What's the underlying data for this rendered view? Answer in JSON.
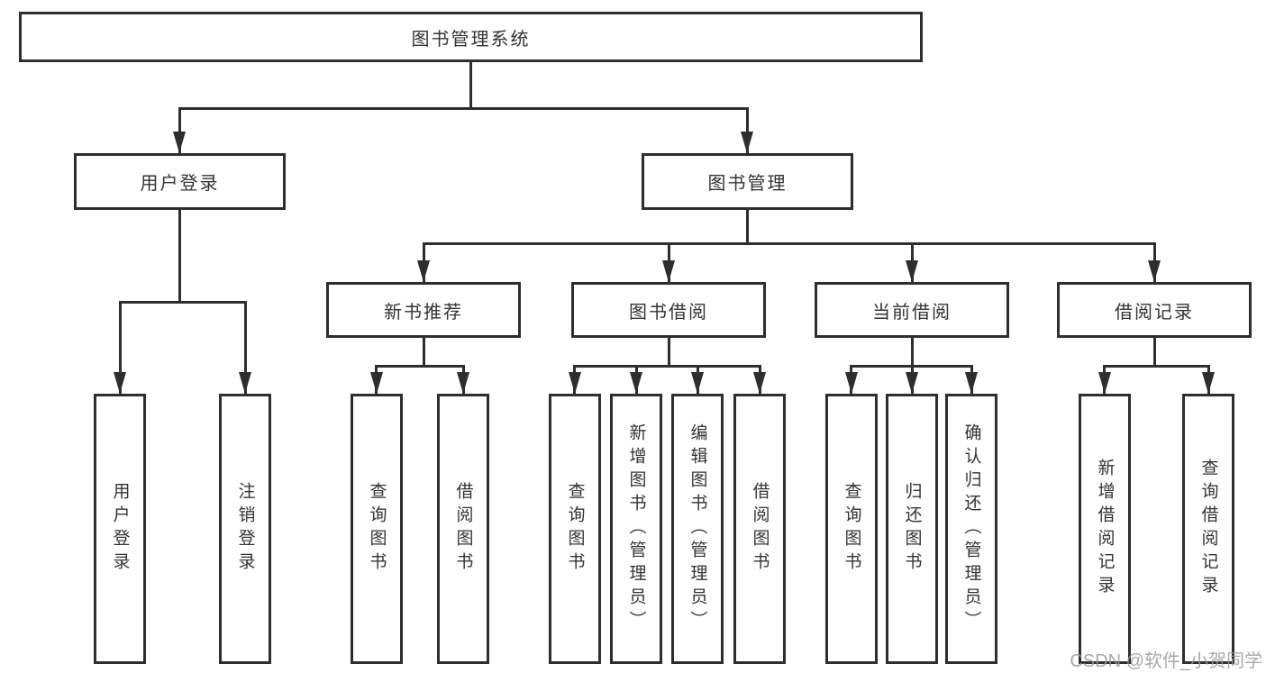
{
  "diagram": {
    "title_node": {
      "label": "图书管理系统"
    },
    "level2": {
      "user_login": {
        "label": "用户登录"
      },
      "book_management": {
        "label": "图书管理"
      }
    },
    "level3": {
      "new_book_recommend": {
        "label": "新书推荐"
      },
      "book_borrow": {
        "label": "图书借阅"
      },
      "current_borrow": {
        "label": "当前借阅"
      },
      "borrow_record": {
        "label": "借阅记录"
      }
    },
    "leaves": {
      "user_login": {
        "label": "用户登录"
      },
      "logout": {
        "label": "注销登录"
      },
      "query_book_recommend": {
        "label": "查询图书"
      },
      "borrow_book_recommend": {
        "label": "借阅图书"
      },
      "query_book_borrow": {
        "label": "查询图书"
      },
      "add_book_admin": {
        "label": "新增图书（管理员）"
      },
      "edit_book_admin": {
        "label": "编辑图书（管理员）"
      },
      "borrow_book_borrow": {
        "label": "借阅图书"
      },
      "query_book_current": {
        "label": "查询图书"
      },
      "return_book": {
        "label": "归还图书"
      },
      "confirm_return_admin": {
        "label": "确认归还（管理员）"
      },
      "add_borrow_record": {
        "label": "新增借阅记录"
      },
      "query_borrow_record": {
        "label": "查询借阅记录"
      }
    },
    "watermark": "CSDN @软件_小贺同学",
    "colors": {
      "line": "#2e2e2e",
      "text": "#333333",
      "watermark": "#9a9a9a",
      "background": "#ffffff"
    }
  }
}
